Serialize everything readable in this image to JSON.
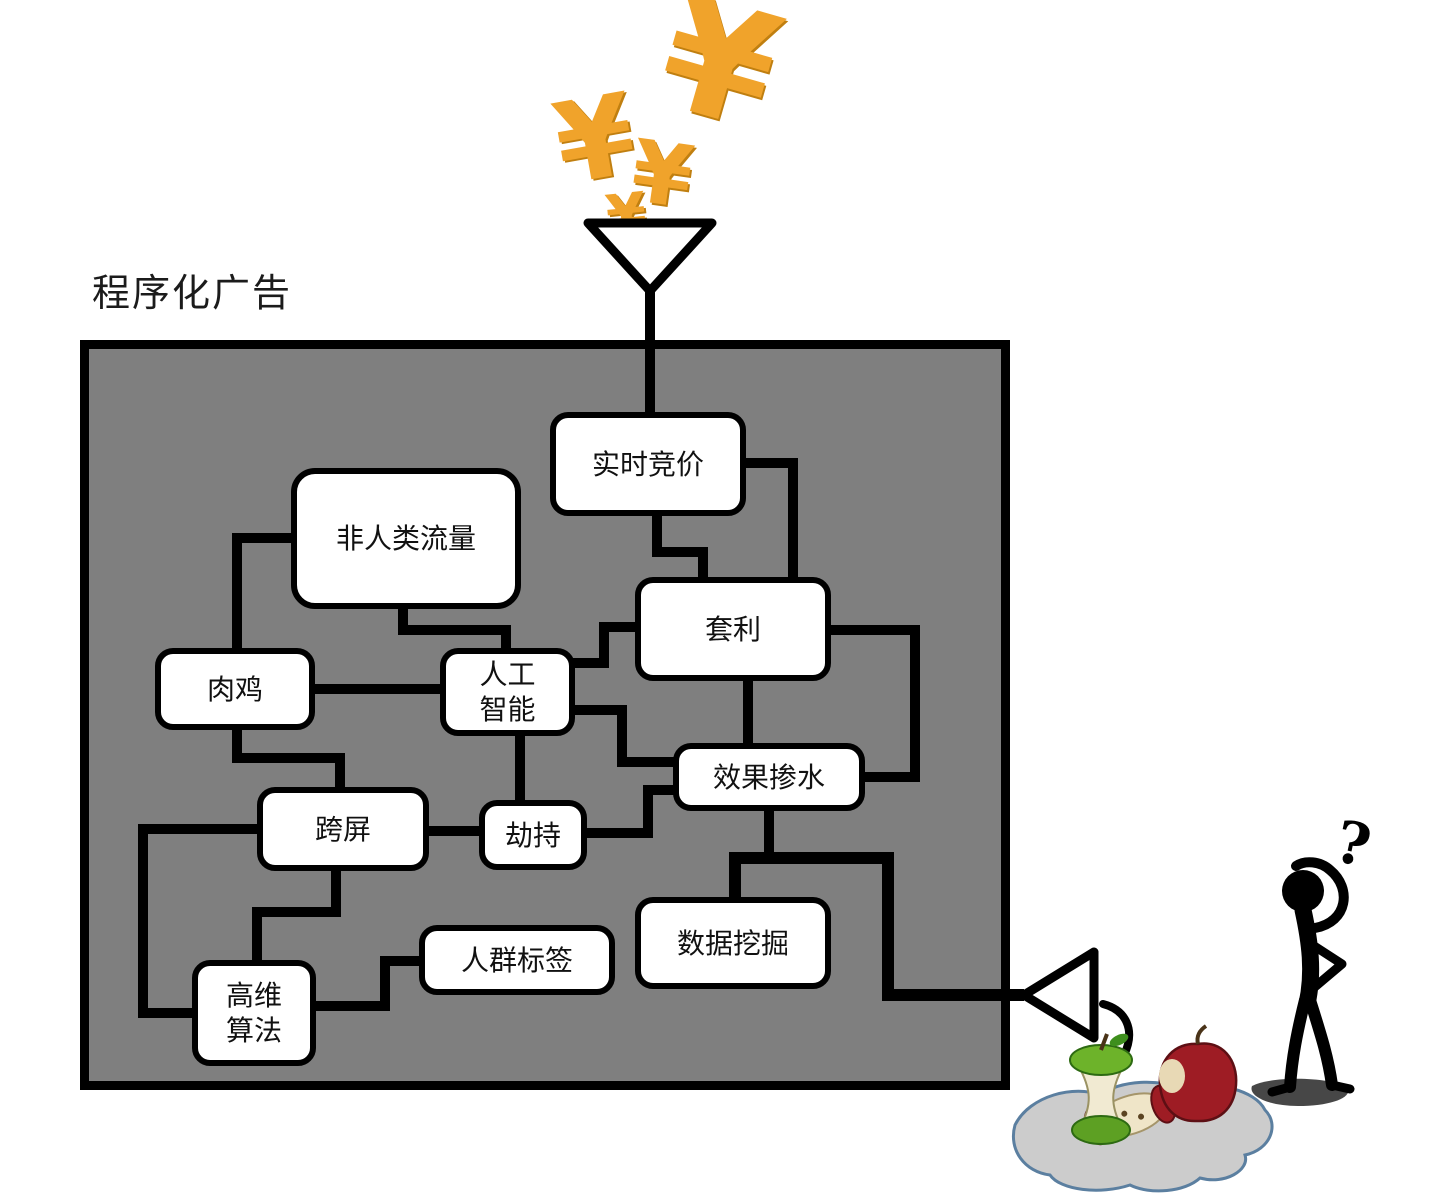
{
  "title": "程序化广告",
  "diagram": {
    "nodes": {
      "rtb": "实时竞价",
      "nonhuman_traffic": "非人类流量",
      "zombie": "肉鸡",
      "ai": "人工\n智能",
      "arbitrage": "套利",
      "diluted_results": "效果掺水",
      "cross_screen": "跨屏",
      "hijack": "劫持",
      "data_mining": "数据挖掘",
      "audience_tags": "人群标签",
      "high_dim_algo": "高维\n算法"
    },
    "decorations": {
      "yen_symbol": "¥",
      "question_mark": "?"
    },
    "colors": {
      "money_orange": "#F0A32B",
      "box_gray": "#7F7F7F",
      "line_black": "#000000",
      "puddle_outline_blue": "#5B7FA0"
    }
  }
}
